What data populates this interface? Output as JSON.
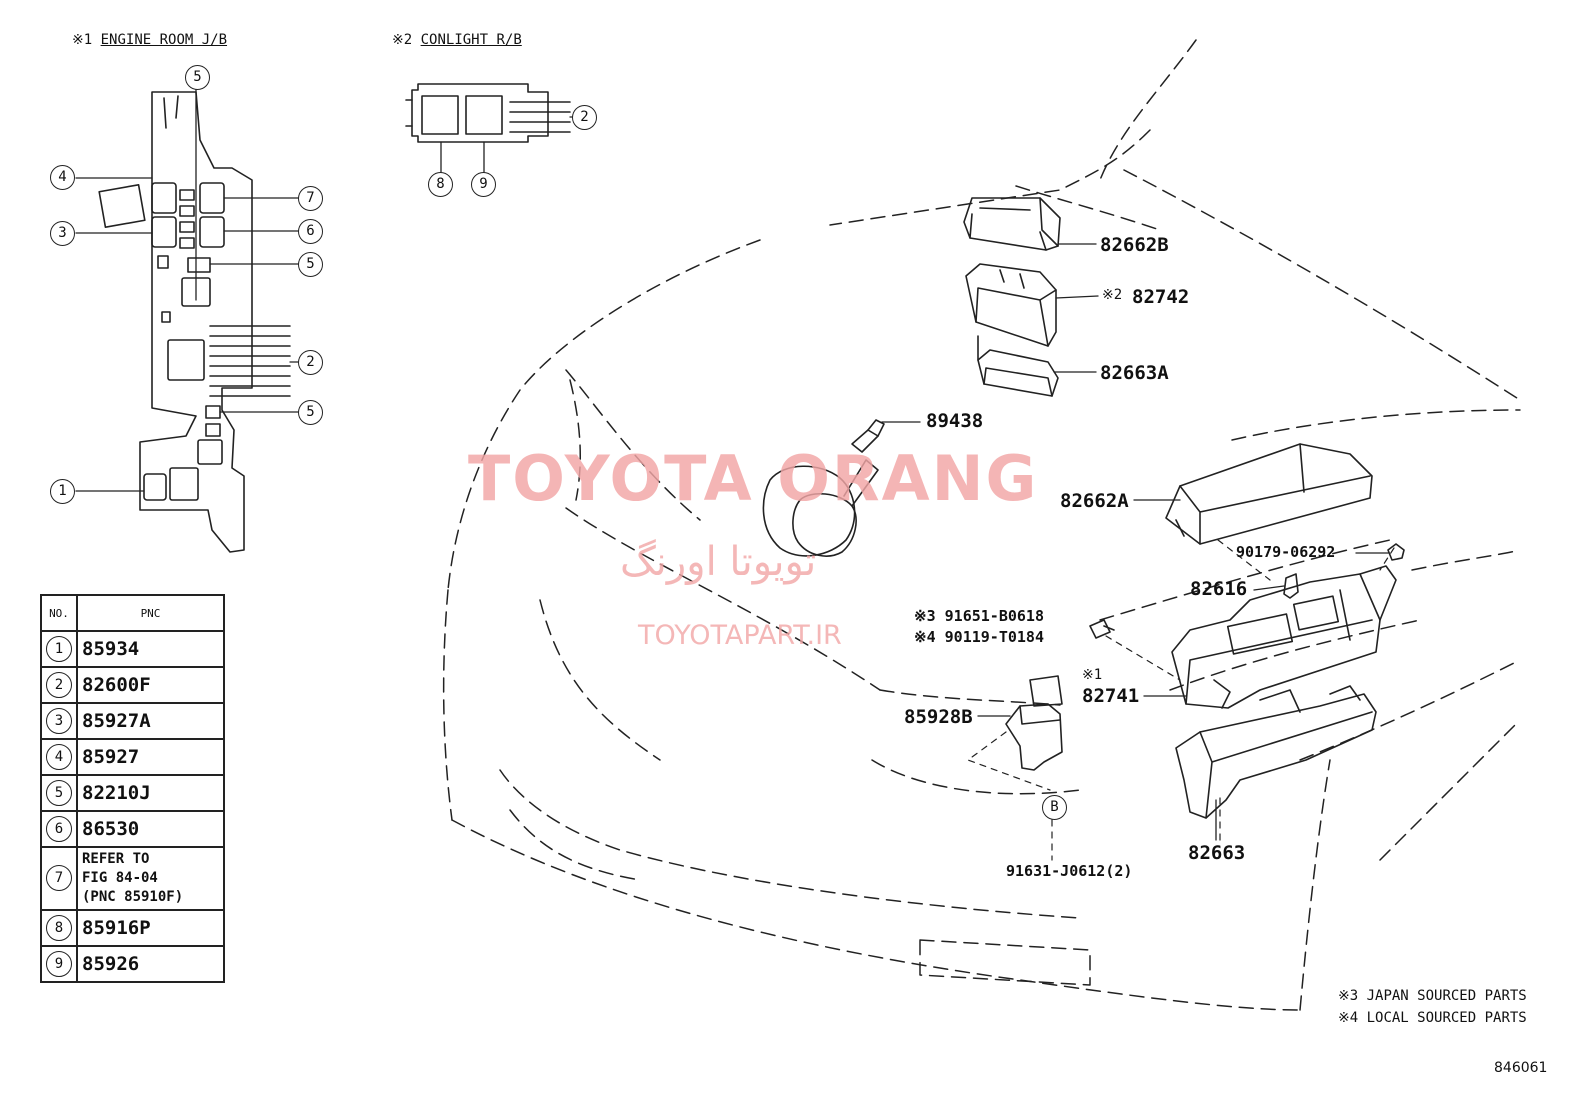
{
  "headers": {
    "engine_room": {
      "mark": "※1",
      "text": "ENGINE ROOM J/B"
    },
    "conlight": {
      "mark": "※2",
      "text": "CONLIGHT R/B"
    }
  },
  "callouts_jb": [
    "5",
    "4",
    "7",
    "3",
    "6",
    "5",
    "2",
    "5",
    "1"
  ],
  "callouts_rb": [
    "2",
    "8",
    "9"
  ],
  "table": {
    "header_no": "NO.",
    "header_pnc": "PNC",
    "rows": [
      {
        "no": "1",
        "pnc": "85934"
      },
      {
        "no": "2",
        "pnc": "82600F"
      },
      {
        "no": "3",
        "pnc": "85927A"
      },
      {
        "no": "4",
        "pnc": "85927"
      },
      {
        "no": "5",
        "pnc": "82210J"
      },
      {
        "no": "6",
        "pnc": "86530"
      },
      {
        "no": "7",
        "pnc_lines": [
          "REFER TO",
          "FIG 84-04",
          "(PNC 85910F)"
        ]
      },
      {
        "no": "8",
        "pnc": "85916P"
      },
      {
        "no": "9",
        "pnc": "85926"
      }
    ]
  },
  "part_labels": {
    "p82662B": "82662B",
    "p82742_mark": "※2",
    "p82742": "82742",
    "p82663A": "82663A",
    "p89438": "89438",
    "p82662A": "82662A",
    "p90179": "90179-06292",
    "p82616": "82616",
    "p91651": "※3 91651-B0618",
    "p90119": "※4 90119-T0184",
    "p82741_mark": "※1",
    "p82741": "82741",
    "p85928B": "85928B",
    "bolt_mark": "B",
    "p91631": "91631-J0612(2)",
    "p82663": "82663"
  },
  "notes": [
    "※3  JAPAN SOURCED PARTS",
    "※4  LOCAL SOURCED PARTS"
  ],
  "figure_number": "846061",
  "watermark": {
    "main": "TOYOTA ORANG",
    "farsi": "تویوتا اورنگ",
    "url": "TOYOTAPART.IR",
    "color": "#f2a6a6"
  }
}
